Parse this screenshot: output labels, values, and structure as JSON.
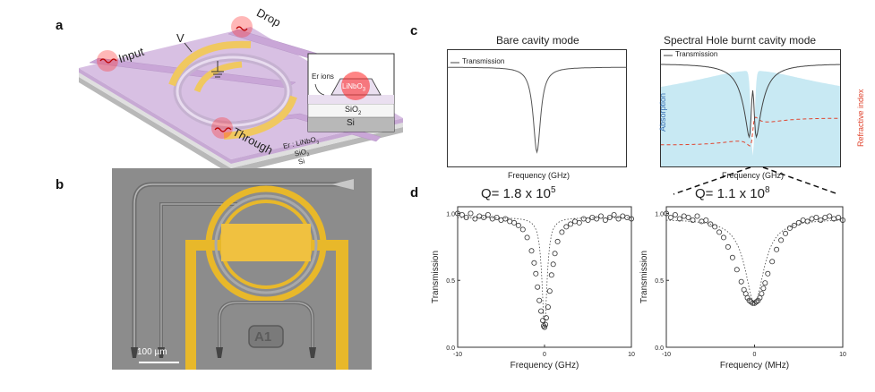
{
  "panels": {
    "a": "a",
    "b": "b",
    "c": "c",
    "d": "d"
  },
  "device": {
    "voltage": "V",
    "drop": "Drop",
    "input": "Input",
    "through": "Through",
    "er_ions": "Er ions",
    "linbo3": "LiNbO",
    "linbo3_sub": "3",
    "sio2": "SiO",
    "sio2_sub": "2",
    "si": "Si",
    "stack_er": "Er : LiNbO",
    "stack_er_sub": "3",
    "stack_sio2": "SiO",
    "stack_sio2_sub": "2",
    "stack_si": "Si",
    "colors": {
      "ring": "#f0c860",
      "chip_top": "#d7bfe0",
      "halo": "#ff2020"
    }
  },
  "micrograph": {
    "chip_mark": "A1",
    "scalebar_label": "100 µm"
  },
  "panel_c": {
    "left_title": "Bare cavity mode",
    "right_title": "Spectral Hole burnt cavity mode",
    "left_legend": "Transmission",
    "right_legend": "Transmission",
    "left_xlabel": "Frequency (GHz)",
    "right_xlabel": "Frequency (GHz)",
    "absorption_label": "Absorption",
    "refractive_label": "Refractive index",
    "colors": {
      "absorption": "#c8e9f3",
      "refractive": "#e0452f",
      "absorption_text": "#3a72b5"
    }
  },
  "panel_d": {
    "left_q_prefix": "Q= 1.8  x 10",
    "left_q_exp": "5",
    "right_q_prefix": "Q= 1.1  x 10",
    "right_q_exp": "8"
  },
  "chart_data": [
    {
      "type": "scatter",
      "title": "",
      "xlabel": "Frequency (GHz)",
      "ylabel": "Transmission",
      "xlim": [
        -10,
        10
      ],
      "ylim": [
        0.0,
        1.05
      ],
      "xticks": [
        "-10",
        "0",
        "10"
      ],
      "yticks": [
        "0.0",
        "0.5",
        "1.0"
      ],
      "model": {
        "baseline": 0.97,
        "depth": 0.82,
        "center": 0,
        "halfwidth": 0.35
      },
      "x": [
        -10,
        -9.5,
        -9,
        -8.5,
        -8,
        -7.5,
        -7,
        -6.5,
        -6,
        -5.5,
        -5,
        -4.5,
        -4,
        -3.5,
        -3,
        -2.5,
        -2,
        -1.5,
        -1.2,
        -1,
        -0.8,
        -0.6,
        -0.4,
        -0.2,
        -0.1,
        0,
        0.1,
        0.2,
        0.4,
        0.6,
        0.8,
        1,
        1.2,
        1.5,
        2,
        2.5,
        3,
        3.5,
        4,
        4.5,
        5,
        5.5,
        6,
        6.5,
        7,
        7.5,
        8,
        8.5,
        9,
        9.5,
        10
      ],
      "y": [
        1.0,
        0.99,
        0.97,
        1.0,
        0.96,
        0.98,
        0.97,
        0.99,
        0.96,
        0.97,
        0.95,
        0.96,
        0.94,
        0.93,
        0.91,
        0.88,
        0.82,
        0.72,
        0.63,
        0.55,
        0.45,
        0.35,
        0.27,
        0.2,
        0.16,
        0.15,
        0.17,
        0.22,
        0.3,
        0.42,
        0.54,
        0.62,
        0.7,
        0.79,
        0.86,
        0.9,
        0.92,
        0.94,
        0.93,
        0.96,
        0.95,
        0.97,
        0.96,
        0.98,
        0.95,
        0.97,
        0.99,
        0.96,
        0.98,
        0.97,
        0.96
      ]
    },
    {
      "type": "scatter",
      "title": "",
      "xlabel": "Frequency (MHz)",
      "ylabel": "Transmission",
      "xlim": [
        -10,
        10
      ],
      "ylim": [
        0.0,
        1.05
      ],
      "xticks": [
        "-10",
        "0",
        "10"
      ],
      "yticks": [
        "0.0",
        "0.5",
        "1.0"
      ],
      "model": {
        "baseline": 0.96,
        "depth": 0.63,
        "center": 0,
        "halfwidth": 1.3
      },
      "x": [
        -10,
        -9.5,
        -9,
        -8.5,
        -8,
        -7.5,
        -7,
        -6.5,
        -6,
        -5.5,
        -5,
        -4.5,
        -4,
        -3.5,
        -3,
        -2.5,
        -2,
        -1.5,
        -1.2,
        -1,
        -0.8,
        -0.6,
        -0.4,
        -0.2,
        0,
        0.2,
        0.4,
        0.6,
        0.8,
        1,
        1.2,
        1.5,
        2,
        2.5,
        3,
        3.5,
        4,
        4.5,
        5,
        5.5,
        6,
        6.5,
        7,
        7.5,
        8,
        8.5,
        9,
        9.5,
        10
      ],
      "y": [
        1.0,
        0.97,
        0.99,
        0.96,
        0.98,
        0.97,
        0.95,
        0.98,
        0.94,
        0.95,
        0.92,
        0.9,
        0.86,
        0.82,
        0.75,
        0.67,
        0.58,
        0.49,
        0.43,
        0.4,
        0.37,
        0.35,
        0.34,
        0.33,
        0.33,
        0.34,
        0.35,
        0.37,
        0.4,
        0.44,
        0.48,
        0.55,
        0.64,
        0.73,
        0.8,
        0.85,
        0.89,
        0.91,
        0.93,
        0.95,
        0.94,
        0.96,
        0.97,
        0.95,
        0.97,
        0.98,
        0.96,
        0.97,
        0.95
      ]
    }
  ]
}
